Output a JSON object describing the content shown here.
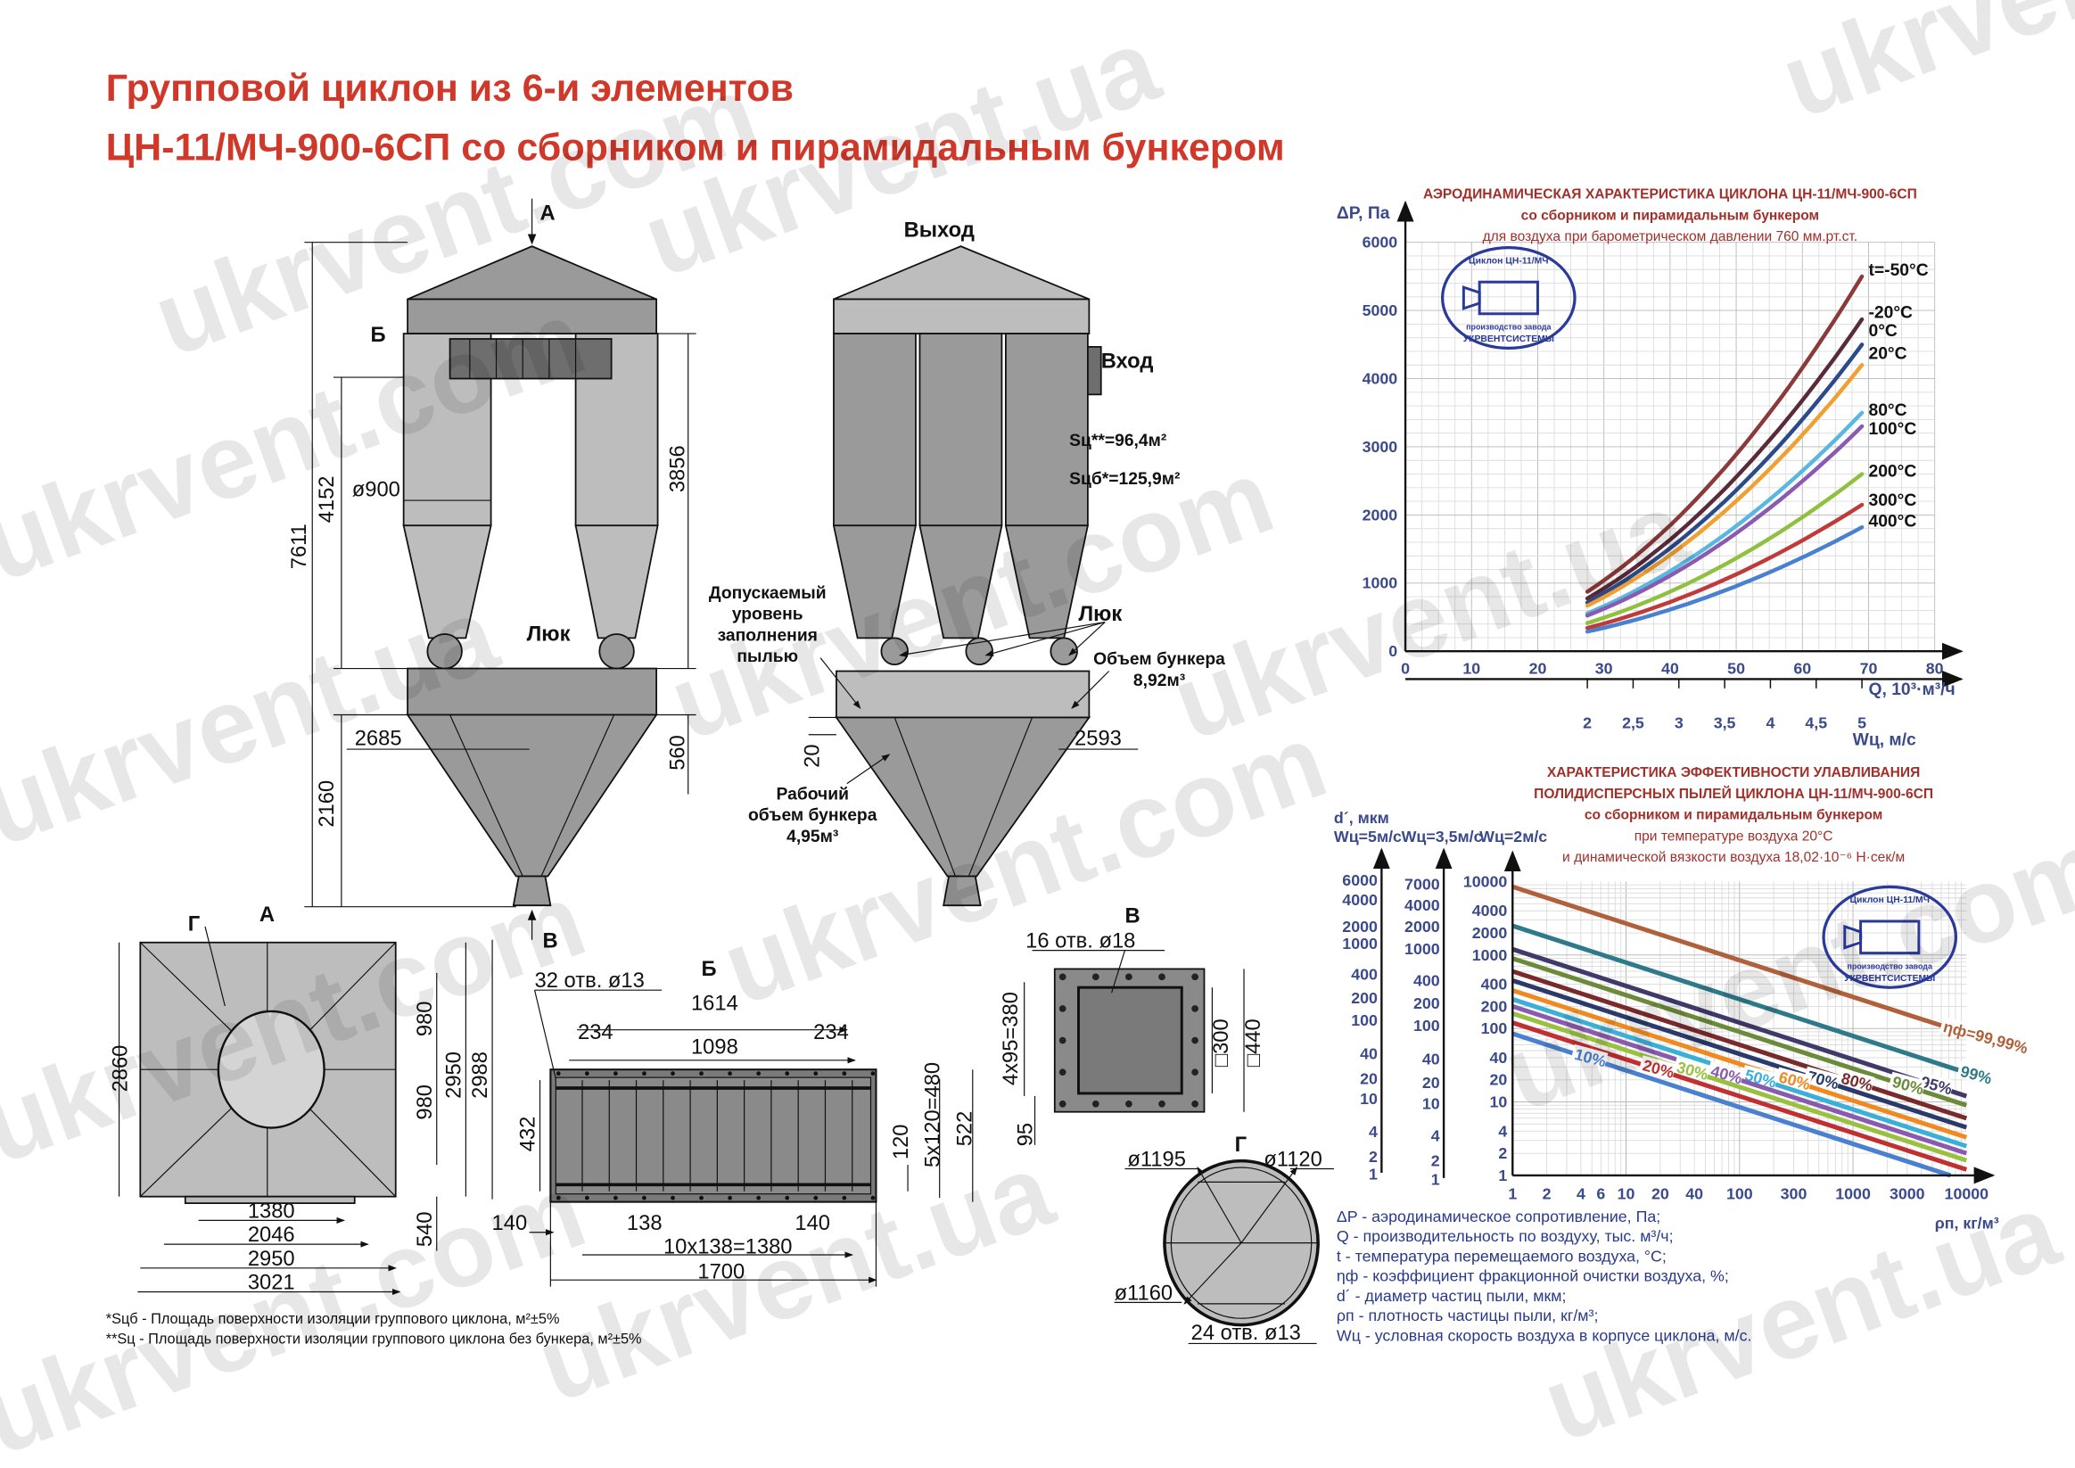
{
  "title": {
    "line1": "Групповой циклон из 6-и элементов",
    "line2": "ЦН-11/МЧ-900-6СП со сборником и пирамидальным бункером",
    "color": "#d0382a"
  },
  "watermark": {
    "text1": "ukrvent.com",
    "text2": "ukrvent.ua"
  },
  "front_view": {
    "arrow_a": "А",
    "label_b": "Б",
    "dia": "ø900",
    "h4152": "4152",
    "h7611": "7611",
    "h3856": "3856",
    "hatch": "Люк",
    "w2685": "2685",
    "h560": "560",
    "h2160": "2160",
    "arrow_v": "В"
  },
  "side_view": {
    "outlet": "Выход",
    "inlet": "Вход",
    "area1": "Sц**=96,4м²",
    "area2": "Sцб*=125,9м²",
    "fill_level": [
      "Допускаемый",
      "уровень",
      "заполнения",
      "пылью"
    ],
    "hatch": "Люк",
    "bunker_volume": [
      "Объем бункера",
      "8,92м³"
    ],
    "h20": "20",
    "w2593": "2593",
    "work_volume": [
      "Рабочий",
      "объем бункера",
      "4,95м³"
    ]
  },
  "plan_a": {
    "label_g": "Г",
    "label_a": "А",
    "d2860": "2860",
    "d980a": "980",
    "d980b": "980",
    "d2950v": "2950",
    "d2988": "2988",
    "d1380": "1380",
    "d2046": "2046",
    "d2950": "2950",
    "d3021": "3021",
    "d540": "540"
  },
  "view_b": {
    "label": "Б",
    "holes": "32 отв. ø13",
    "d1614": "1614",
    "d234a": "234",
    "d1098": "1098",
    "d234b": "234",
    "d432": "432",
    "d120": "120",
    "d5x120": "5x120=480",
    "d522": "522",
    "d140a": "140",
    "d138": "138",
    "d140b": "140",
    "d10x138": "10x138=1380",
    "d1700": "1700"
  },
  "view_v": {
    "label": "В",
    "holes": "16 отв. ø18",
    "d4x95": "4x95=380",
    "d95": "95",
    "d300": "□300",
    "d440": "□440"
  },
  "view_g": {
    "label": "Г",
    "d1195": "ø1195",
    "d1120": "ø1120",
    "d1160": "ø1160",
    "holes": "24 отв. ø13"
  },
  "footnotes": [
    "*Sцб - Площадь поверхности изоляции группового циклона, м²±5%",
    "**Sц - Площадь поверхности изоляции группового циклона без бункера, м²±5%"
  ],
  "stamp": {
    "top": "Циклон ЦН-11/МЧ",
    "bottom1": "производство завода",
    "bottom2": "УКРВЕНТСИСТЕМЫ"
  },
  "chart_data": [
    {
      "type": "line",
      "title": "АЭРОДИНАМИЧЕСКАЯ  ХАРАКТЕРИСТИКА  ЦИКЛОНА ЦН-11/МЧ-900-6СП",
      "subtitle": "со сборником и пирамидальным бункером",
      "subtitle2": "для воздуха при барометрическом давлении 760 мм.рт.ст.",
      "xlabel": "Q, 10³·м³/ч",
      "ylabel": "ΔP, Па",
      "x2label": "Wц, м/с",
      "xlim": [
        0,
        80
      ],
      "ylim": [
        0,
        6000
      ],
      "xticks": [
        "0",
        "10",
        "20",
        "30",
        "40",
        "50",
        "60",
        "70",
        "80"
      ],
      "yticks": [
        "0",
        "1000",
        "2000",
        "3000",
        "4000",
        "5000",
        "6000"
      ],
      "x2ticks": [
        "2",
        "2,5",
        "3",
        "3,5",
        "4",
        "4,5",
        "5"
      ],
      "x2_range_q": [
        27.5,
        69
      ],
      "grid": true,
      "x": [
        27.5,
        40,
        50,
        60,
        69
      ],
      "series": [
        {
          "name": "t=-50°C",
          "color": "#8b3a3a",
          "values": [
            873,
            1848,
            2888,
            4158,
            5500
          ]
        },
        {
          "name": "-20°C",
          "color": "#5a2a3a",
          "values": [
            774,
            1637,
            2557,
            3682,
            4870
          ]
        },
        {
          "name": "0°C",
          "color": "#2a4a8a",
          "values": [
            715,
            1512,
            2363,
            3402,
            4500
          ]
        },
        {
          "name": "20°C",
          "color": "#f0a030",
          "values": [
            667,
            1411,
            2205,
            3175,
            4200
          ]
        },
        {
          "name": "80°C",
          "color": "#5ab8e0",
          "values": [
            556,
            1176,
            1838,
            2646,
            3500
          ]
        },
        {
          "name": "100°C",
          "color": "#8a5ab0",
          "values": [
            524,
            1109,
            1733,
            2495,
            3300
          ]
        },
        {
          "name": "200°C",
          "color": "#90c040",
          "values": [
            413,
            874,
            1365,
            1966,
            2600
          ]
        },
        {
          "name": "300°C",
          "color": "#c03a3a",
          "values": [
            342,
            723,
            1129,
            1626,
            2150
          ]
        },
        {
          "name": "400°C",
          "color": "#4a80d0",
          "values": [
            289,
            612,
            956,
            1376,
            1820
          ]
        }
      ]
    },
    {
      "type": "line",
      "scale": "log-log",
      "title": "ХАРАКТЕРИСТИКА  ЭФФЕКТИВНОСТИ УЛАВЛИВАНИЯ",
      "title2": "ПОЛИДИСПЕРСНЫХ ПЫЛЕЙ ЦИКЛОНА ЦН-11/МЧ-900-6СП",
      "subtitle": "со сборником  и пирамидальным бункером",
      "subtitle2": "при температуре воздуха 20°C",
      "subtitle3": "и динамической вязкости воздуха  18,02·10⁻⁶ Н·сек/м",
      "xlabel": "ρп, кг/м³",
      "ylabel": "d´, мкм",
      "ylabel_axes": [
        "Wц=5м/с",
        "Wц=3,5м/с",
        "Wц=2м/с"
      ],
      "xlim": [
        1,
        10000
      ],
      "ylim": [
        1,
        10000
      ],
      "grid": true,
      "xticks": [
        "1",
        "2",
        "4",
        "6",
        "10",
        "20",
        "40",
        "100",
        "300",
        "1000",
        "3000",
        "10000"
      ],
      "yticks": [
        "1",
        "2",
        "4",
        "10",
        "20",
        "40",
        "100",
        "200",
        "400",
        "1000",
        "2000",
        "4000",
        "10000"
      ],
      "yticks_w5": [
        "6000",
        "4000",
        "2000",
        "1000",
        "400",
        "200",
        "100",
        "40",
        "20",
        "10",
        "4",
        "2",
        "1"
      ],
      "yticks_w35": [
        "7000",
        "4000",
        "2000",
        "1000",
        "400",
        "200",
        "100",
        "40",
        "20",
        "10",
        "4",
        "2",
        "1"
      ],
      "x": [
        1,
        10000
      ],
      "series": [
        {
          "name": "ηф=99,99%",
          "color": "#b0603a",
          "values": [
            8500,
            85
          ]
        },
        {
          "name": "99%",
          "color": "#2f7a8a",
          "values": [
            2500,
            25
          ]
        },
        {
          "name": "95%",
          "color": "#3f3a6a",
          "values": [
            1200,
            12
          ]
        },
        {
          "name": "90%",
          "color": "#6b8a3a",
          "values": [
            900,
            9
          ]
        },
        {
          "name": "80%",
          "color": "#7a2a2a",
          "values": [
            600,
            6
          ]
        },
        {
          "name": "70%",
          "color": "#2a3a6a",
          "values": [
            450,
            4.5
          ]
        },
        {
          "name": "60%",
          "color": "#f08a20",
          "values": [
            330,
            3.3
          ]
        },
        {
          "name": "50%",
          "color": "#3ab0d8",
          "values": [
            250,
            2.5
          ]
        },
        {
          "name": "40%",
          "color": "#8a5ab0",
          "values": [
            200,
            2
          ]
        },
        {
          "name": "30%",
          "color": "#9ac040",
          "values": [
            160,
            1.6
          ]
        },
        {
          "name": "20%",
          "color": "#c03030",
          "values": [
            120,
            1.2
          ]
        },
        {
          "name": "10%",
          "color": "#4a80d0",
          "values": [
            85,
            0.85
          ]
        }
      ],
      "legend_notes": [
        "ΔP - аэродинамическое сопротивление, Па;",
        "Q - производительность по воздуху, тыс. м³/ч;",
        "t - температура перемещаемого воздуха, °C;",
        "ηф - коэффициент фракционной очистки воздуха, %;",
        "d´ - диаметр частиц пыли, мкм;",
        "ρп - плотность частицы пыли, кг/м³;",
        "Wц - условная скорость воздуха в корпусе циклона, м/с."
      ]
    }
  ]
}
